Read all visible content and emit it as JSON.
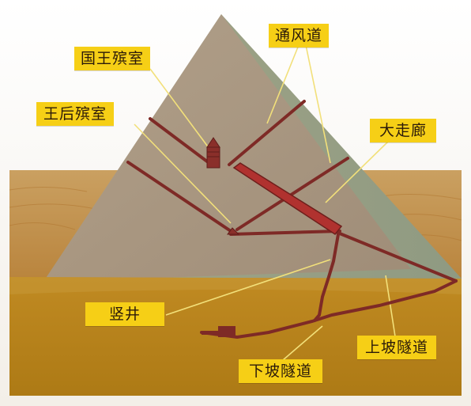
{
  "labels": {
    "king_chamber": "国王殡室",
    "queen_chamber": "王后殡室",
    "air_shafts": "通风道",
    "grand_gallery": "大走廊",
    "well_shaft": "竖井",
    "ascending_passage": "上坡隧道",
    "descending_passage": "下坡隧道"
  },
  "colors": {
    "sky": "#ffffff",
    "sand_far": "#c48f3f",
    "sand_near": "#b9841b",
    "pyramid_face": "#a89783",
    "pyramid_shadow_face": "#9aa085",
    "tunnels": "#7e2a26",
    "gallery": "#b0322f",
    "label_bg": "#f6cf16",
    "leader_line": "#f2e07a"
  }
}
